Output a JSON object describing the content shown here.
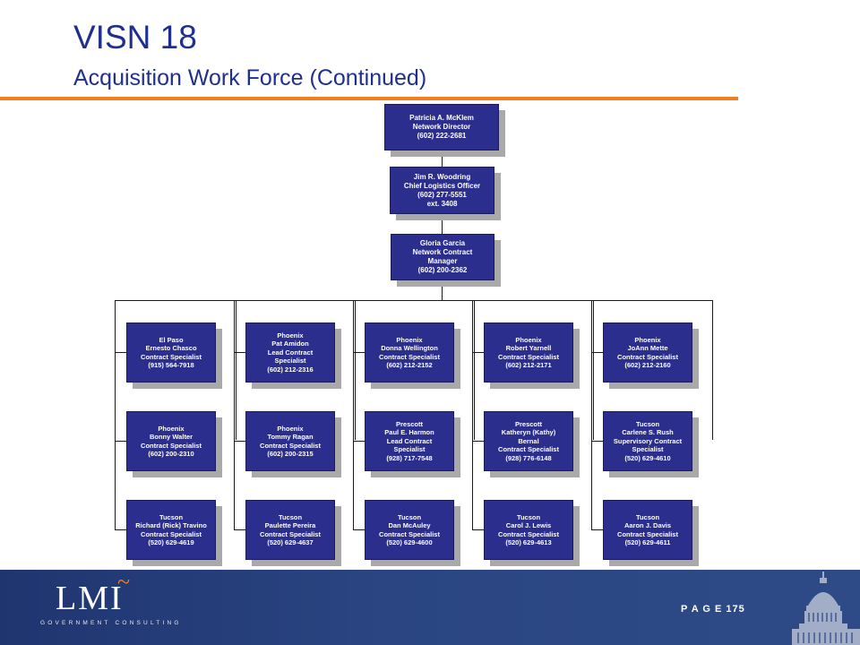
{
  "title": "VISN 18",
  "subtitle": "Acquisition Work Force (Continued)",
  "org": {
    "director": {
      "lines": [
        "Patricia A. McKlem",
        "Network Director",
        "(602) 222-2681"
      ]
    },
    "clo": {
      "lines": [
        "Jim R. Woodring",
        "Chief Logistics Officer",
        "(602) 277-5551",
        "ext. 3408"
      ]
    },
    "manager": {
      "lines": [
        "Gloria Garcia",
        "Network Contract",
        "Manager",
        "(602) 200-2362"
      ]
    },
    "columns": [
      [
        {
          "lines": [
            "El Paso",
            "Ernesto Chasco",
            "Contract Specialist",
            "(915) 564-7918"
          ]
        },
        {
          "lines": [
            "Phoenix",
            "Bonny Walter",
            "Contract Specialist",
            "(602) 200-2310"
          ]
        },
        {
          "lines": [
            "Tucson",
            "Richard (Rick) Travino",
            "Contract Specialist",
            "(520) 629-4619"
          ]
        }
      ],
      [
        {
          "lines": [
            "Phoenix",
            "Pat Amidon",
            "Lead Contract",
            "Specialist",
            "(602) 212-2316"
          ]
        },
        {
          "lines": [
            "Phoenix",
            "Tommy Ragan",
            "Contract Specialist",
            "(602) 200-2315"
          ]
        },
        {
          "lines": [
            "Tucson",
            "Paulette Pereira",
            "Contract Specialist",
            "(520) 629-4637"
          ]
        }
      ],
      [
        {
          "lines": [
            "Phoenix",
            "Donna Wellington",
            "Contract Specialist",
            "(602) 212-2152"
          ]
        },
        {
          "lines": [
            "Prescott",
            "Paul E. Harmon",
            "Lead Contract",
            "Specialist",
            "(928) 717-7548"
          ]
        },
        {
          "lines": [
            "Tucson",
            "Dan McAuley",
            "Contract Specialist",
            "(520) 629-4600"
          ]
        }
      ],
      [
        {
          "lines": [
            "Phoenix",
            "Robert Yarnell",
            "Contract Specialist",
            "(602) 212-2171"
          ]
        },
        {
          "lines": [
            "Prescott",
            "Katheryn (Kathy)",
            "Bernal",
            "Contract Specialist",
            "(928) 776-6148"
          ]
        },
        {
          "lines": [
            "Tucson",
            "Carol J. Lewis",
            "Contract Specialist",
            "(520) 629-4613"
          ]
        }
      ],
      [
        {
          "lines": [
            "Phoenix",
            "JoAnn Mette",
            "Contract Specialist",
            "(602) 212-2160"
          ]
        },
        {
          "lines": [
            "Tucson",
            "Carlene S. Rush",
            "Supervisory Contract",
            "Specialist",
            "(520) 629-4610"
          ]
        },
        {
          "lines": [
            "Tucson",
            "Aaron J. Davis",
            "Contract Specialist",
            "(520) 629-4611"
          ]
        }
      ]
    ]
  },
  "footer": {
    "logo": "LMI",
    "logo_accent": "~",
    "logo_sub": "GOVERNMENT CONSULTING",
    "page_label": "P A G E  175",
    "colors": {
      "band": "#2a4582",
      "accent": "#f07e1a",
      "box": "#2b2e8c",
      "title": "#1f2f8f"
    },
    "image": "capitol-dome-icon"
  }
}
